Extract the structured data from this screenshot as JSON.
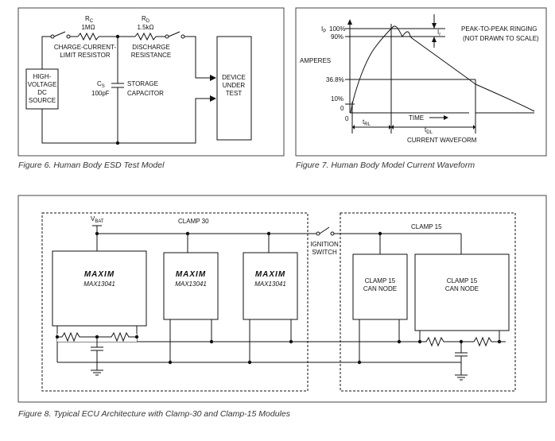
{
  "figure6": {
    "caption": "Figure 6. Human Body ESD Test Model",
    "rc_symbol": "R",
    "rc_sub": "C",
    "rc_value": "1MΩ",
    "rd_symbol": "R",
    "rd_sub": "D",
    "rd_value": "1.5kΩ",
    "charge_label_1": "CHARGE-CURRENT-",
    "charge_label_2": "LIMIT RESISTOR",
    "discharge_label_1": "DISCHARGE",
    "discharge_label_2": "RESISTANCE",
    "source_lines": [
      "HIGH-",
      "VOLTAGE",
      "DC",
      "SOURCE"
    ],
    "cs_symbol": "C",
    "cs_sub": "S",
    "cs_value": "100pF",
    "storage_label_1": "STORAGE",
    "storage_label_2": "CAPACITOR",
    "dut_lines": [
      "DEVICE",
      "UNDER",
      "TEST"
    ]
  },
  "figure7": {
    "caption": "Figure 7. Human Body Model Current Waveform",
    "ip_label": "I",
    "ip_sub": "P",
    "y_ticks": [
      "100%",
      "90%",
      "36.8%",
      "10%",
      "0"
    ],
    "x_zero": "0",
    "amperes": "AMPERES",
    "ir_label": "I",
    "ir_sub": "r",
    "ringing_1": "PEAK-TO-PEAK RINGING",
    "ringing_2": "(NOT DRAWN TO SCALE)",
    "time_label": "TIME",
    "trl_label": "t",
    "trl_sub": "RL",
    "tdl_label": "t",
    "tdl_sub": "DL",
    "waveform_label": "CURRENT WAVEFORM"
  },
  "figure8": {
    "caption": "Figure 8. Typical ECU Architecture with Clamp-30 and Clamp-15 Modules",
    "vbat": "V",
    "vbat_sub": "BAT",
    "clamp30": "CLAMP 30",
    "clamp15": "CLAMP 15",
    "ignition_1": "IGNITION",
    "ignition_2": "SWITCH",
    "maxim_logo": "MAXIM",
    "part_number": "MAX13041",
    "can_node_1": "CLAMP 15",
    "can_node_2": "CAN NODE"
  }
}
